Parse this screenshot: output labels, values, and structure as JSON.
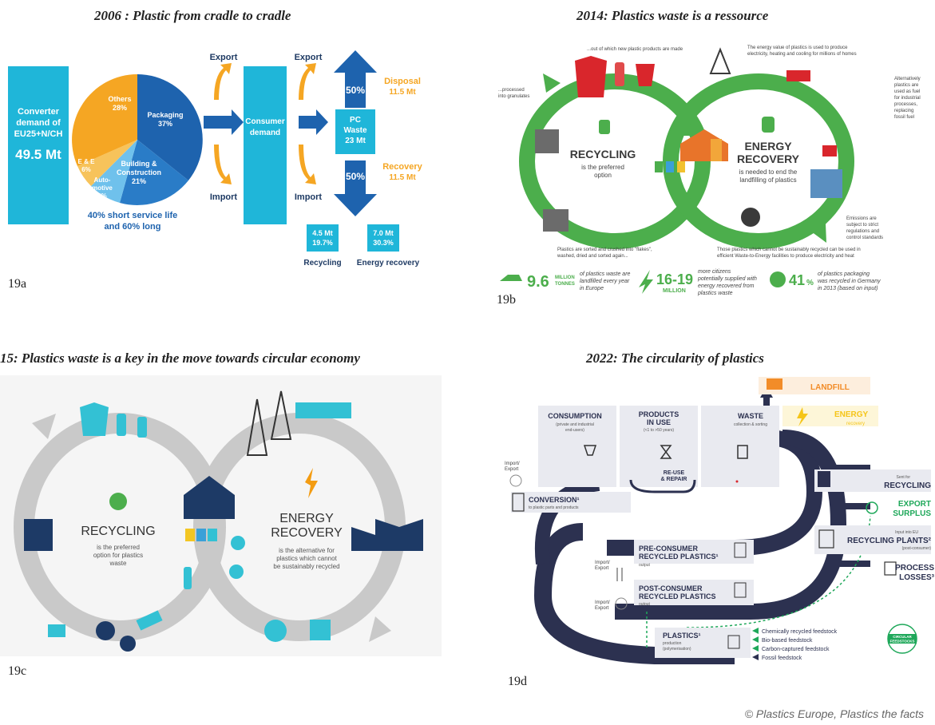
{
  "titles": {
    "a": "2006 : Plastic from cradle to cradle",
    "b": "2014: Plastics waste is a ressource",
    "c": "15: Plastics waste is a key in the move towards circular economy",
    "d": "2022: The circularity of plastics"
  },
  "labels": {
    "a": "19a",
    "b": "19b",
    "c": "19c",
    "d": "19d"
  },
  "credit": "© Plastics Europe, Plastics the facts",
  "panel_a": {
    "converter": [
      "Converter",
      "demand of",
      "EU25+N/CH"
    ],
    "converter_value": "49.5 Mt",
    "pie_labels": {
      "others": [
        "Others",
        "28%"
      ],
      "packaging": [
        "Packaging",
        "37%"
      ],
      "ee": [
        "E & E",
        "6%"
      ],
      "auto": [
        "Auto-",
        "motive",
        "8%"
      ],
      "building": [
        "Building &",
        "Construction",
        "21%"
      ]
    },
    "pie_caption": [
      "40% short service life",
      "and 60% long"
    ],
    "export": "Export",
    "import": "Import",
    "consumer": [
      "Consumer",
      "demand"
    ],
    "pc_waste": [
      "PC",
      "Waste",
      "23 Mt"
    ],
    "disposal_pct": "50%",
    "disposal": [
      "Disposal",
      "11.5 Mt"
    ],
    "recovery_pct": "50%",
    "recovery": [
      "Recovery",
      "11.5 Mt"
    ],
    "recycling_box": [
      "4.5 Mt",
      "19.7%"
    ],
    "energy_box": [
      "7.0 Mt",
      "30.3%"
    ],
    "recycling": "Recycling",
    "energy_recovery": "Energy recovery",
    "colors": {
      "cyan": "#1fb6d9",
      "blue": "#1e63ae",
      "orange": "#f5a623",
      "light_blue": "#5fb3e6"
    }
  },
  "panel_b": {
    "recycling_title": "RECYCLING",
    "recycling_sub": [
      "is the preferred",
      "option"
    ],
    "energy_title": [
      "ENERGY",
      "RECOVERY"
    ],
    "energy_sub": [
      "is needed to end the",
      "landfilling of plastics"
    ],
    "note_top_left": "...out of which new plastic products are made",
    "note_top_right": [
      "The energy value of plastics is used to produce",
      "electricity, heating and cooling for millions of homes"
    ],
    "note_left": [
      "...processed",
      "into granulates"
    ],
    "note_right": [
      "Alternatively",
      "plastics are",
      "used as fuel",
      "for industrial",
      "processes,",
      "replacing",
      "fossil fuel"
    ],
    "note_emissions": [
      "Emissions are",
      "subject to strict",
      "regulations and",
      "control standards"
    ],
    "note_bottom_left": [
      "Plastics are sorted and crushed into \"flakes\",",
      "washed, dried and sorted again..."
    ],
    "note_bottom_right": [
      "Those plastics which cannot be sustainably recycled can be used in",
      "efficient Waste-to-Energy facilities to produce electricity and heat"
    ],
    "stat1_value": "9.6",
    "stat1_unit": [
      "MILLION",
      "TONNES"
    ],
    "stat1_text": [
      "of plastics waste are",
      "landfilled every year",
      "in Europe"
    ],
    "stat2_value": "16-19",
    "stat2_unit": "MILLION",
    "stat2_text": [
      "more citizens",
      "potentially supplied with",
      "energy recovered from",
      "plastics waste"
    ],
    "stat3_value": "41",
    "stat3_unit": "%",
    "stat3_text": [
      "of plastics packaging",
      "was recycled in Germany",
      "in 2013 (based on input)"
    ],
    "colors": {
      "green": "#4cae4c",
      "dark": "#3a3a3a",
      "red": "#d9262c",
      "orange": "#e8742a"
    }
  },
  "panel_c": {
    "recycling_title": "RECYCLING",
    "recycling_sub": [
      "is the preferred",
      "option for plastics",
      "waste"
    ],
    "energy_title": [
      "ENERGY",
      "RECOVERY"
    ],
    "energy_sub": [
      "is the alternative for",
      "plastics which cannot",
      "be sustainably recycled"
    ],
    "colors": {
      "teal": "#33c1d4",
      "navy": "#1d3a66",
      "grey": "#c9c9c9",
      "orange": "#f39c12"
    }
  },
  "panel_d": {
    "landfill": "LANDFILL",
    "energy": "ENERGY",
    "energy_sub": "recovery",
    "consumption": "CONSUMPTION",
    "consumption_sub": [
      "(private and industrial",
      "end-users)"
    ],
    "products": [
      "PRODUCTS",
      "IN USE"
    ],
    "products_sub": "(<1 to >50 years)",
    "waste": "WASTE",
    "waste_sub": "collection & sorting",
    "reuse": [
      "RE-USE",
      "& REPAIR"
    ],
    "import_export": [
      "Import/",
      "Export"
    ],
    "conversion": "CONVERSION¹",
    "conversion_sub": "to plastic parts and products",
    "sent_for": "Sent for",
    "recycling": "RECYCLING",
    "export_surplus": [
      "EXPORT",
      "SURPLUS"
    ],
    "input_eu": "Input into EU",
    "recycling_plants": "RECYCLING PLANTS²",
    "recycling_plants_sub": "(post-consumer)",
    "process_losses": [
      "PROCESS",
      "LOSSES³"
    ],
    "pre_consumer": [
      "PRE-CONSUMER",
      "RECYCLED PLASTICS¹"
    ],
    "post_consumer": [
      "POST-CONSUMER",
      "RECYCLED PLASTICS"
    ],
    "output": "output",
    "plastics": "PLASTICS¹",
    "plastics_sub": [
      "production",
      "(polymerisation)"
    ],
    "feedstocks": [
      "Chemically recycled feedstock",
      "Bio-based feedstock",
      "Carbon-captured feedstock",
      "Fossil feedstock"
    ],
    "circular": [
      "CIRCULAR",
      "FEEDSTOCKS"
    ],
    "colors": {
      "navy": "#2c3150",
      "green": "#1fa85a",
      "orange": "#f28c28",
      "yellow": "#f5c518",
      "box": "#e9eaf0"
    }
  }
}
